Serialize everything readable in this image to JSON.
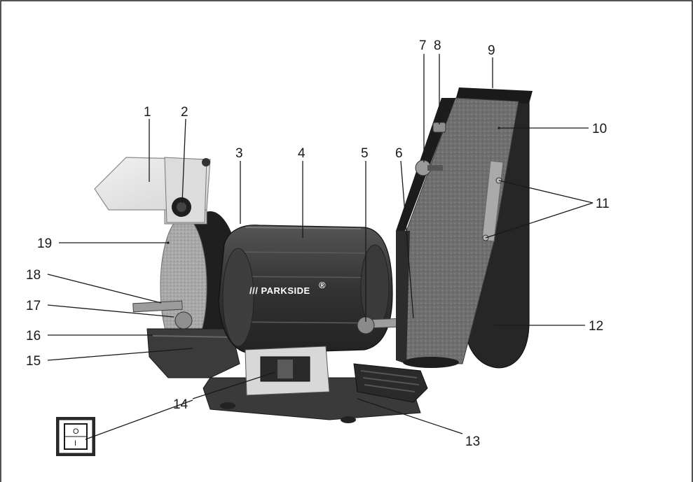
{
  "brand_label": "/// PARKSIDE",
  "trademark": "®",
  "switch_symbols": {
    "off": "O",
    "on": "I"
  },
  "callouts": [
    {
      "id": "1",
      "label": "1"
    },
    {
      "id": "2",
      "label": "2"
    },
    {
      "id": "3",
      "label": "3"
    },
    {
      "id": "4",
      "label": "4"
    },
    {
      "id": "5",
      "label": "5"
    },
    {
      "id": "6",
      "label": "6"
    },
    {
      "id": "7",
      "label": "7"
    },
    {
      "id": "8",
      "label": "8"
    },
    {
      "id": "9",
      "label": "9"
    },
    {
      "id": "10",
      "label": "10"
    },
    {
      "id": "11",
      "label": "11"
    },
    {
      "id": "12",
      "label": "12"
    },
    {
      "id": "13",
      "label": "13"
    },
    {
      "id": "14",
      "label": "14"
    },
    {
      "id": "15",
      "label": "15"
    },
    {
      "id": "16",
      "label": "16"
    },
    {
      "id": "17",
      "label": "17"
    },
    {
      "id": "18",
      "label": "18"
    },
    {
      "id": "19",
      "label": "19"
    }
  ],
  "colors": {
    "line": "#1a1a1a",
    "body_dark": "#2e2e2e",
    "body_mid": "#4a4a4a",
    "wheel_stone": "#a6a6a6",
    "belt_abrasive": "#6e6e6e",
    "guard_glass": "#e6e6e6"
  }
}
